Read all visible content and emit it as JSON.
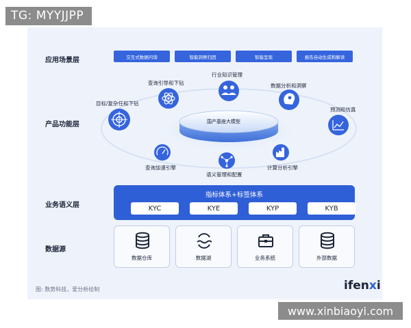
{
  "watermark_top": "TG: MYYJJPP",
  "watermark_bottom": "www.xinbiaoyi.com",
  "layers": {
    "application": "应用场景层",
    "product": "产品功能层",
    "semantic": "业务语义层",
    "datasource": "数据源"
  },
  "application_tags": [
    "交互式数据问询",
    "智能洞察归因",
    "智能呈现",
    "报告自动生成和解读"
  ],
  "core_model": "国产基座大模型",
  "product_nodes": {
    "target": "目标/复杂任和下钻",
    "query_guide": "查询引导和下钻",
    "industry_knowledge": "行业知识管理",
    "data_analysis": "数据分析和洞察",
    "forecast": "预测和仿真",
    "query_engine": "查询加速引擎",
    "semantic_mgmt": "语义管理和配置",
    "compute_engine": "计算分析引擎"
  },
  "semantic_layer": {
    "title": "指标体系+标签体系",
    "chips": [
      "KYC",
      "KYE",
      "KYP",
      "KYB"
    ]
  },
  "data_sources": [
    {
      "label": "数据仓库",
      "icon": "database-icon"
    },
    {
      "label": "数据湖",
      "icon": "data-lake-icon"
    },
    {
      "label": "业务系统",
      "icon": "briefcase-icon"
    },
    {
      "label": "外部数据",
      "icon": "database-icon"
    }
  ],
  "caption": "图: 数势科技，爱分析绘制",
  "logo": {
    "main": "ifen",
    "accent": "x",
    "tail": "i"
  },
  "colors": {
    "primary": "#2f5fd6",
    "accent_blue": "#3564dd",
    "background": "#eef3fb"
  }
}
